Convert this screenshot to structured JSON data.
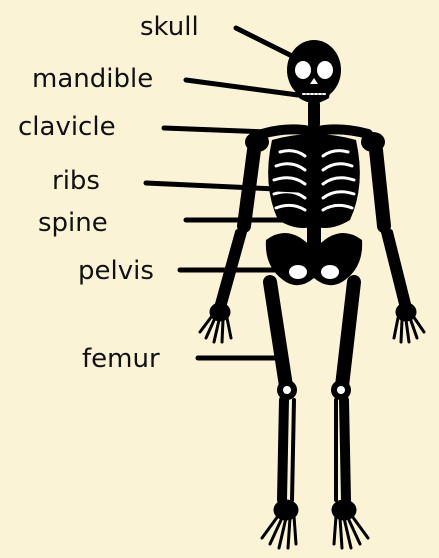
{
  "colors": {
    "background": "#fbf3d6",
    "bone": "#000000",
    "highlight": "#ffffff",
    "text": "#111111"
  },
  "labels": {
    "skull": "skull",
    "mandible": "mandible",
    "clavicle": "clavicle",
    "ribs": "ribs",
    "spine": "spine",
    "pelvis": "pelvis",
    "femur": "femur"
  }
}
